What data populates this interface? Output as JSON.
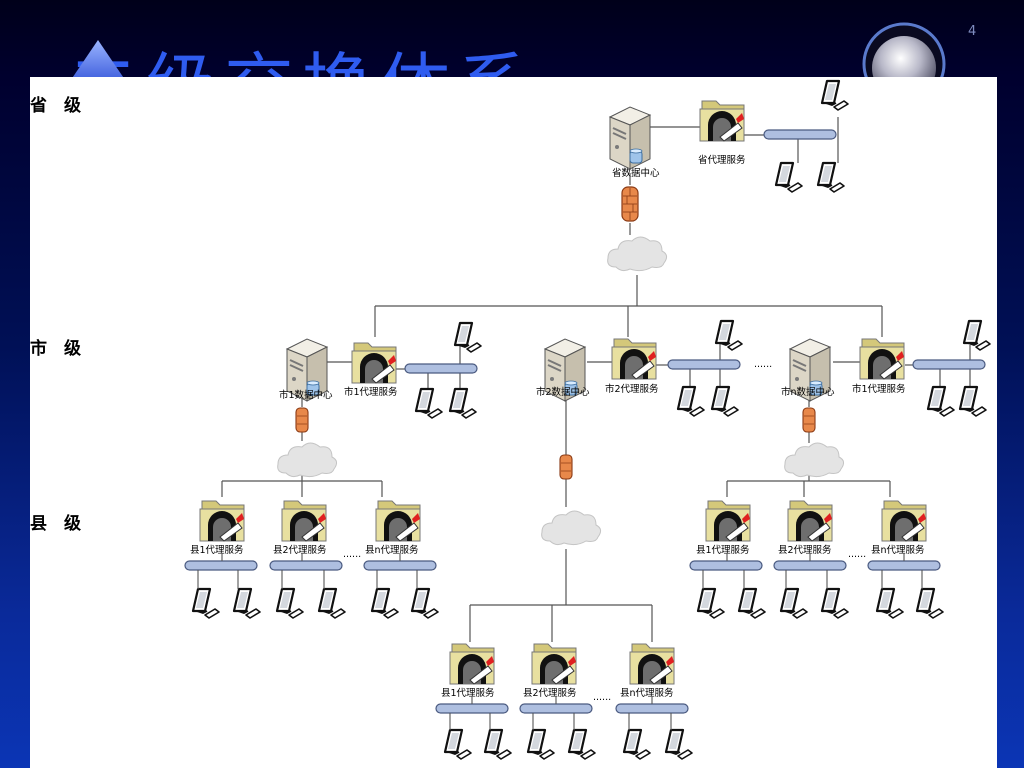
{
  "slide": {
    "title": "二级交换体系",
    "page_number": "4"
  },
  "levels": {
    "province": "省　级",
    "city": "市　级",
    "county": "县　级"
  },
  "nodes": {
    "province_data_center": "省数据中心",
    "province_proxy": "省代理服务",
    "city1_data_center": "市1数据中心",
    "city1_proxy": "市1代理服务",
    "city2_data_center": "市2数据中心",
    "city2_proxy": "市2代理服务",
    "cityn_data_center": "市n数据中心",
    "cityn_proxy": "市1代理服务",
    "county1_proxy": "县1代理服务",
    "county2_proxy": "县2代理服务",
    "countyn_proxy": "县n代理服务"
  },
  "ellipsis": "......",
  "colors": {
    "background": "#00002e",
    "title": "#2f5cf0",
    "firewall": "#e8884a",
    "hub": "#aebfe0",
    "folder": "#e6df9a"
  },
  "icons": [
    "server-icon",
    "proxy-folder-icon",
    "hub-icon",
    "workstation-icon",
    "firewall-icon",
    "cloud-icon"
  ]
}
